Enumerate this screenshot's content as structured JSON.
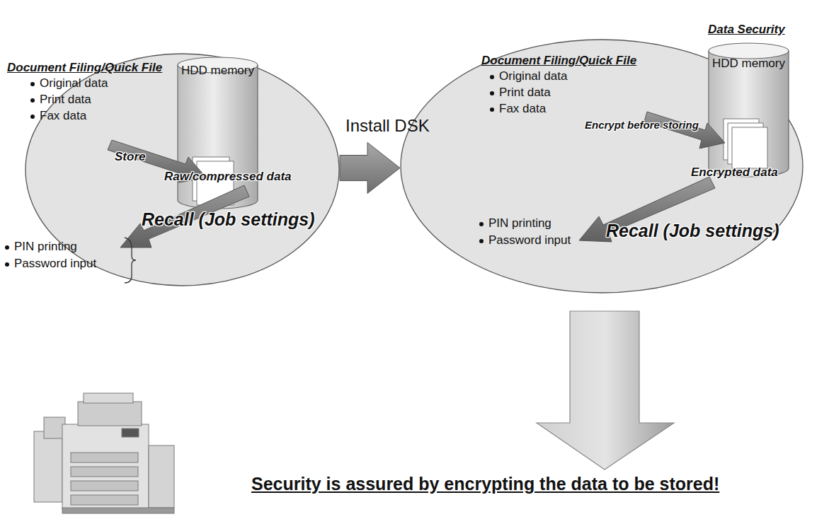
{
  "diagram": {
    "title": "Data Security",
    "nodes": [
      {
        "text": [
          "Document Filing/Quick File",
          "Original data",
          "Print data",
          "Fax data"
        ]
      },
      {
        "text": [
          "HDD memory"
        ],
        "in": 0
      },
      {
        "text": [
          "Document Filing/Quick File",
          "Original data",
          "Print data",
          "Fax data",
          "PIN printing",
          "Password input"
        ]
      },
      {
        "text": [
          "HDD memory"
        ],
        "in": 2
      }
    ],
    "edges": [
      {
        "from": 0,
        "to": 2,
        "arrow": "to",
        "label": "Install DSK"
      }
    ],
    "labels": [
      "Store",
      "Raw/compressed data",
      "Recall (Job settings)",
      "PIN printing",
      "Password input",
      "Encrypt before storing",
      "Encrypted data",
      "Recall (Job settings)",
      "Security is assured by encrypting the data to be stored!"
    ]
  }
}
